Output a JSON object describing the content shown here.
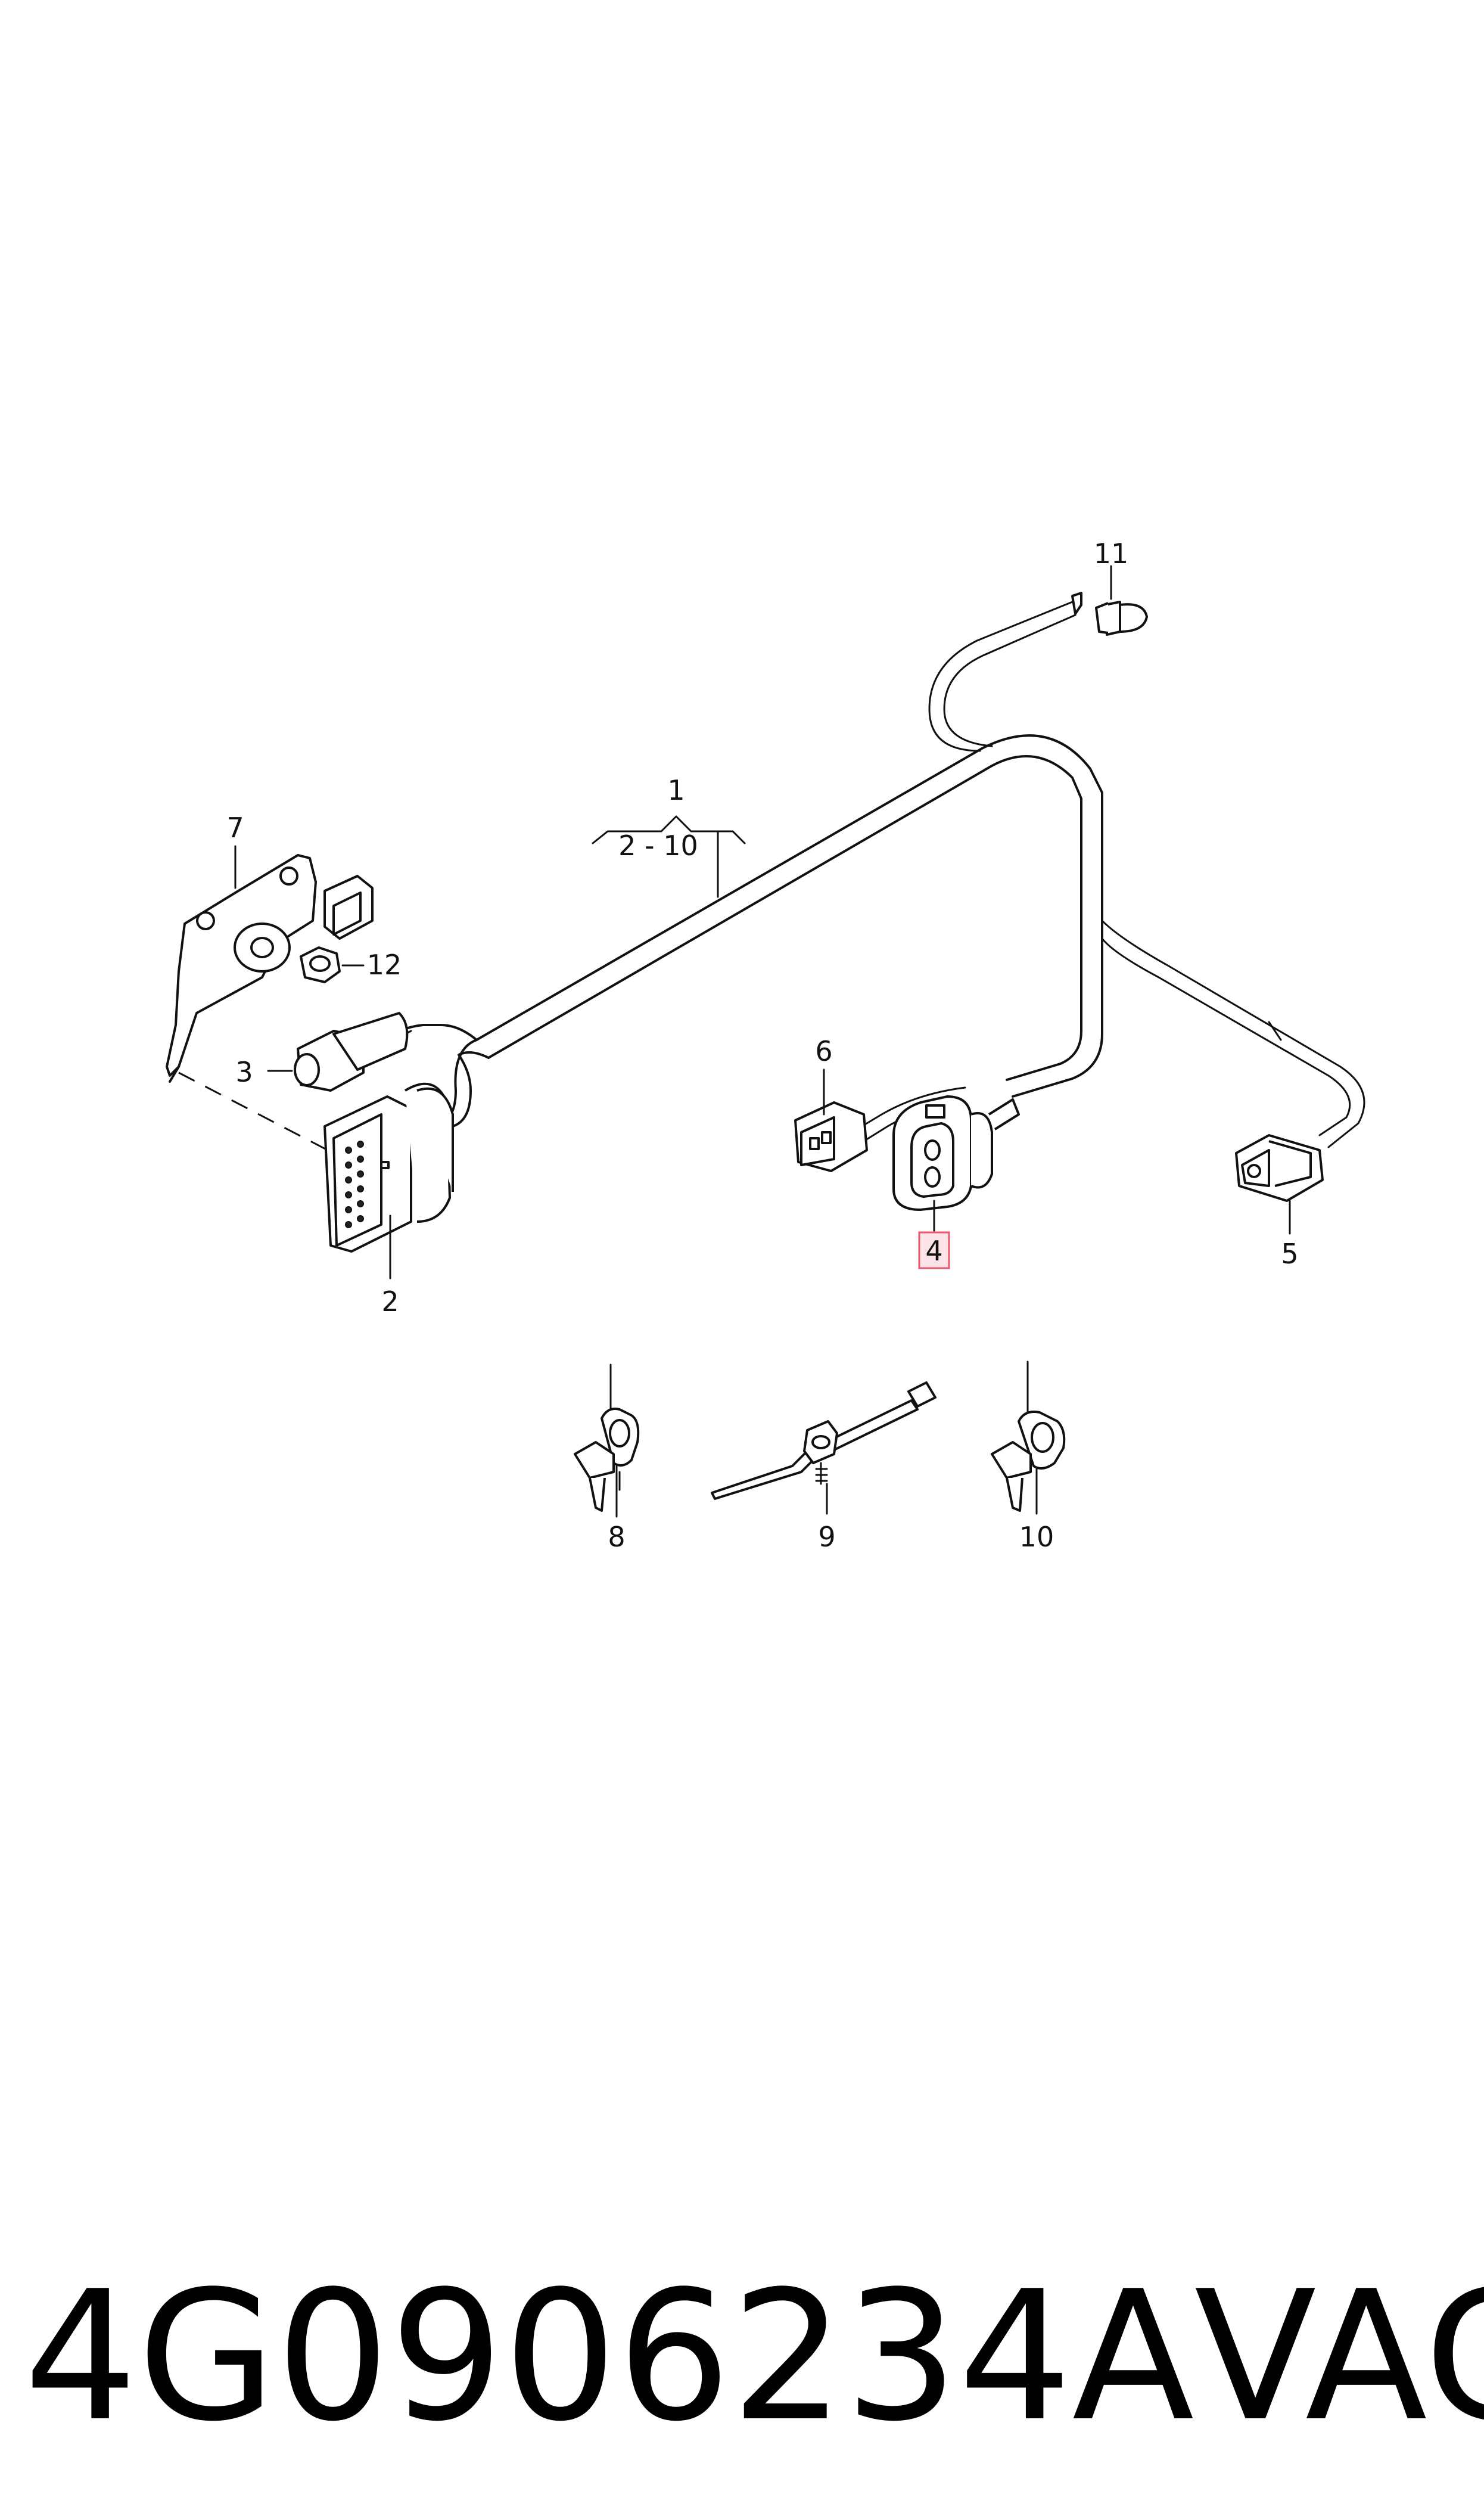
{
  "diagram": {
    "callouts": {
      "c1": "1",
      "c1_range": "2 - 10",
      "c2": "2",
      "c3": "3",
      "c4": "4",
      "c5": "5",
      "c6": "6",
      "c7": "7",
      "c8": "8",
      "c9": "9",
      "c10": "10",
      "c11": "11",
      "c12": "12"
    },
    "highlight_color": "#e8576f",
    "highlight_fill": "#fbe3e7"
  },
  "footer": {
    "part_number": "4G0906234A",
    "brand": "VAG"
  }
}
